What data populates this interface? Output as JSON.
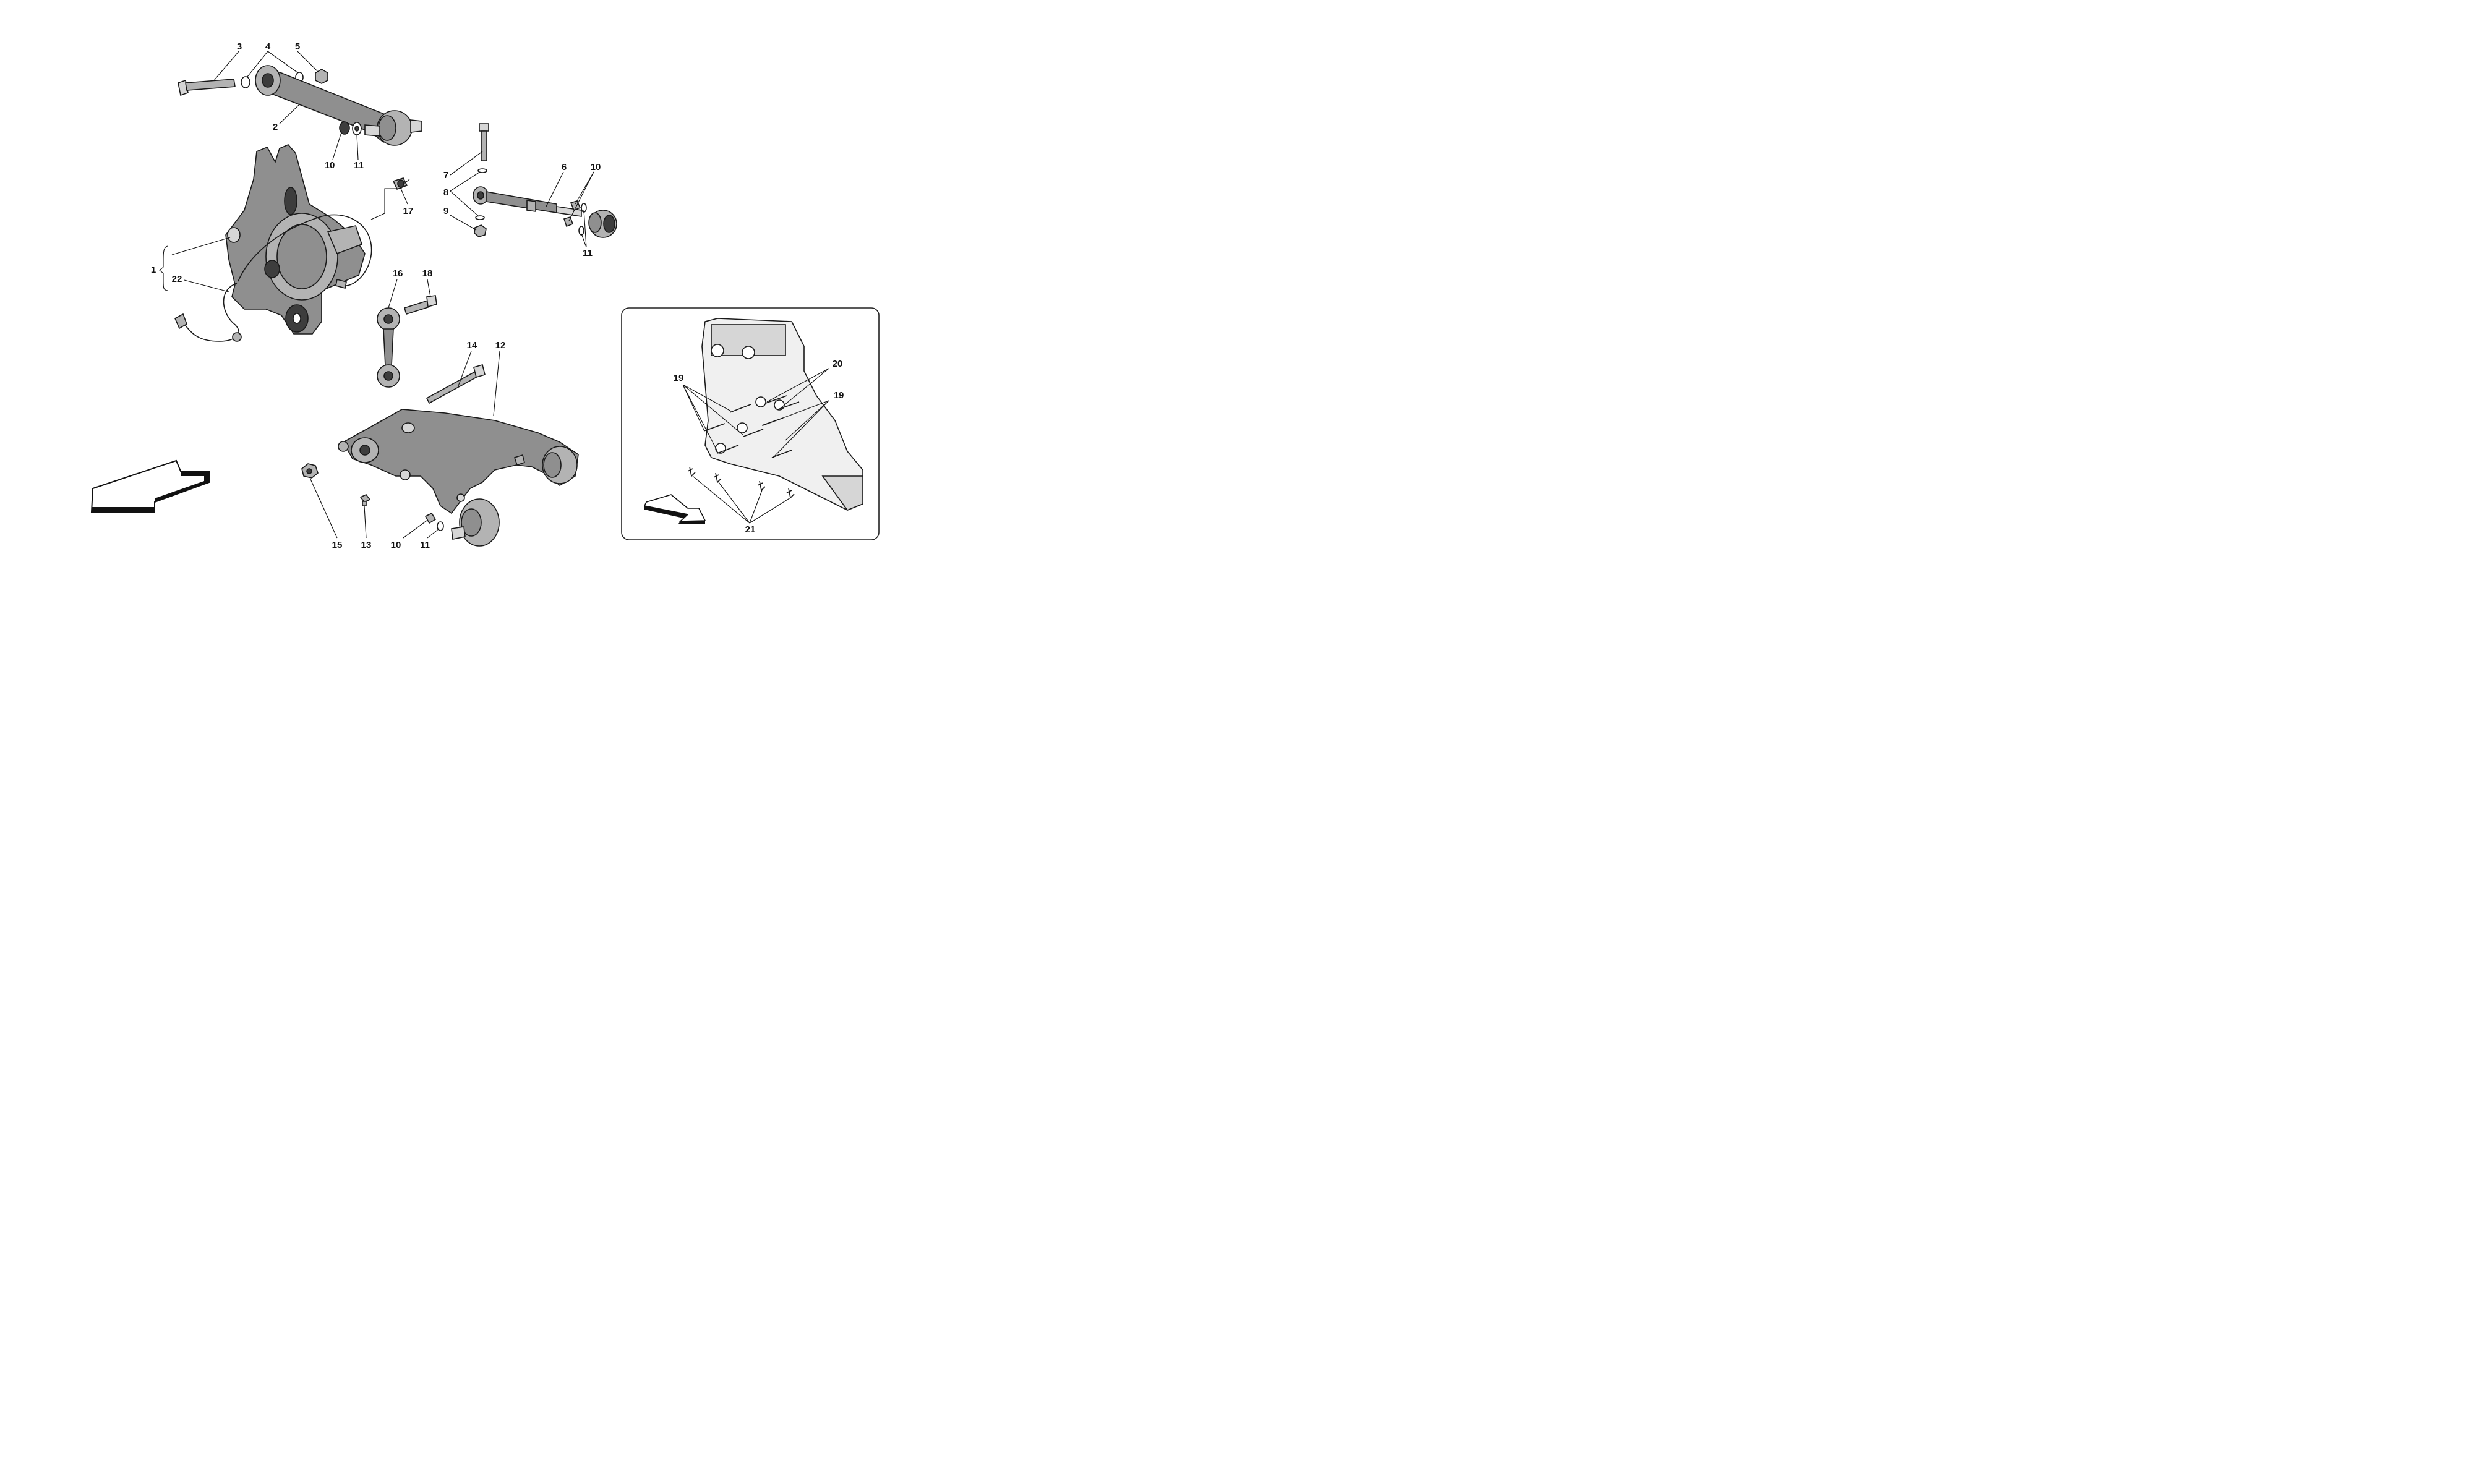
{
  "diagram": {
    "callouts": {
      "c1": "1",
      "c2": "2",
      "c3": "3",
      "c4": "4",
      "c5": "5",
      "c6": "6",
      "c7": "7",
      "c8": "8",
      "c9": "9",
      "c10a": "10",
      "c10b": "10",
      "c10c": "10",
      "c11a": "11",
      "c11b": "11",
      "c11c": "11",
      "c12": "12",
      "c13": "13",
      "c14": "14",
      "c15": "15",
      "c16": "16",
      "c17": "17",
      "c18": "18",
      "c19a": "19",
      "c19b": "19",
      "c20": "20",
      "c21": "21",
      "c22": "22"
    },
    "colors": {
      "line": "#1a1a1a",
      "part_fill": "#8f8f8f",
      "background": "#ffffff"
    },
    "icons": [
      "direction-arrow-icon",
      "inset-direction-arrow-icon"
    ]
  }
}
